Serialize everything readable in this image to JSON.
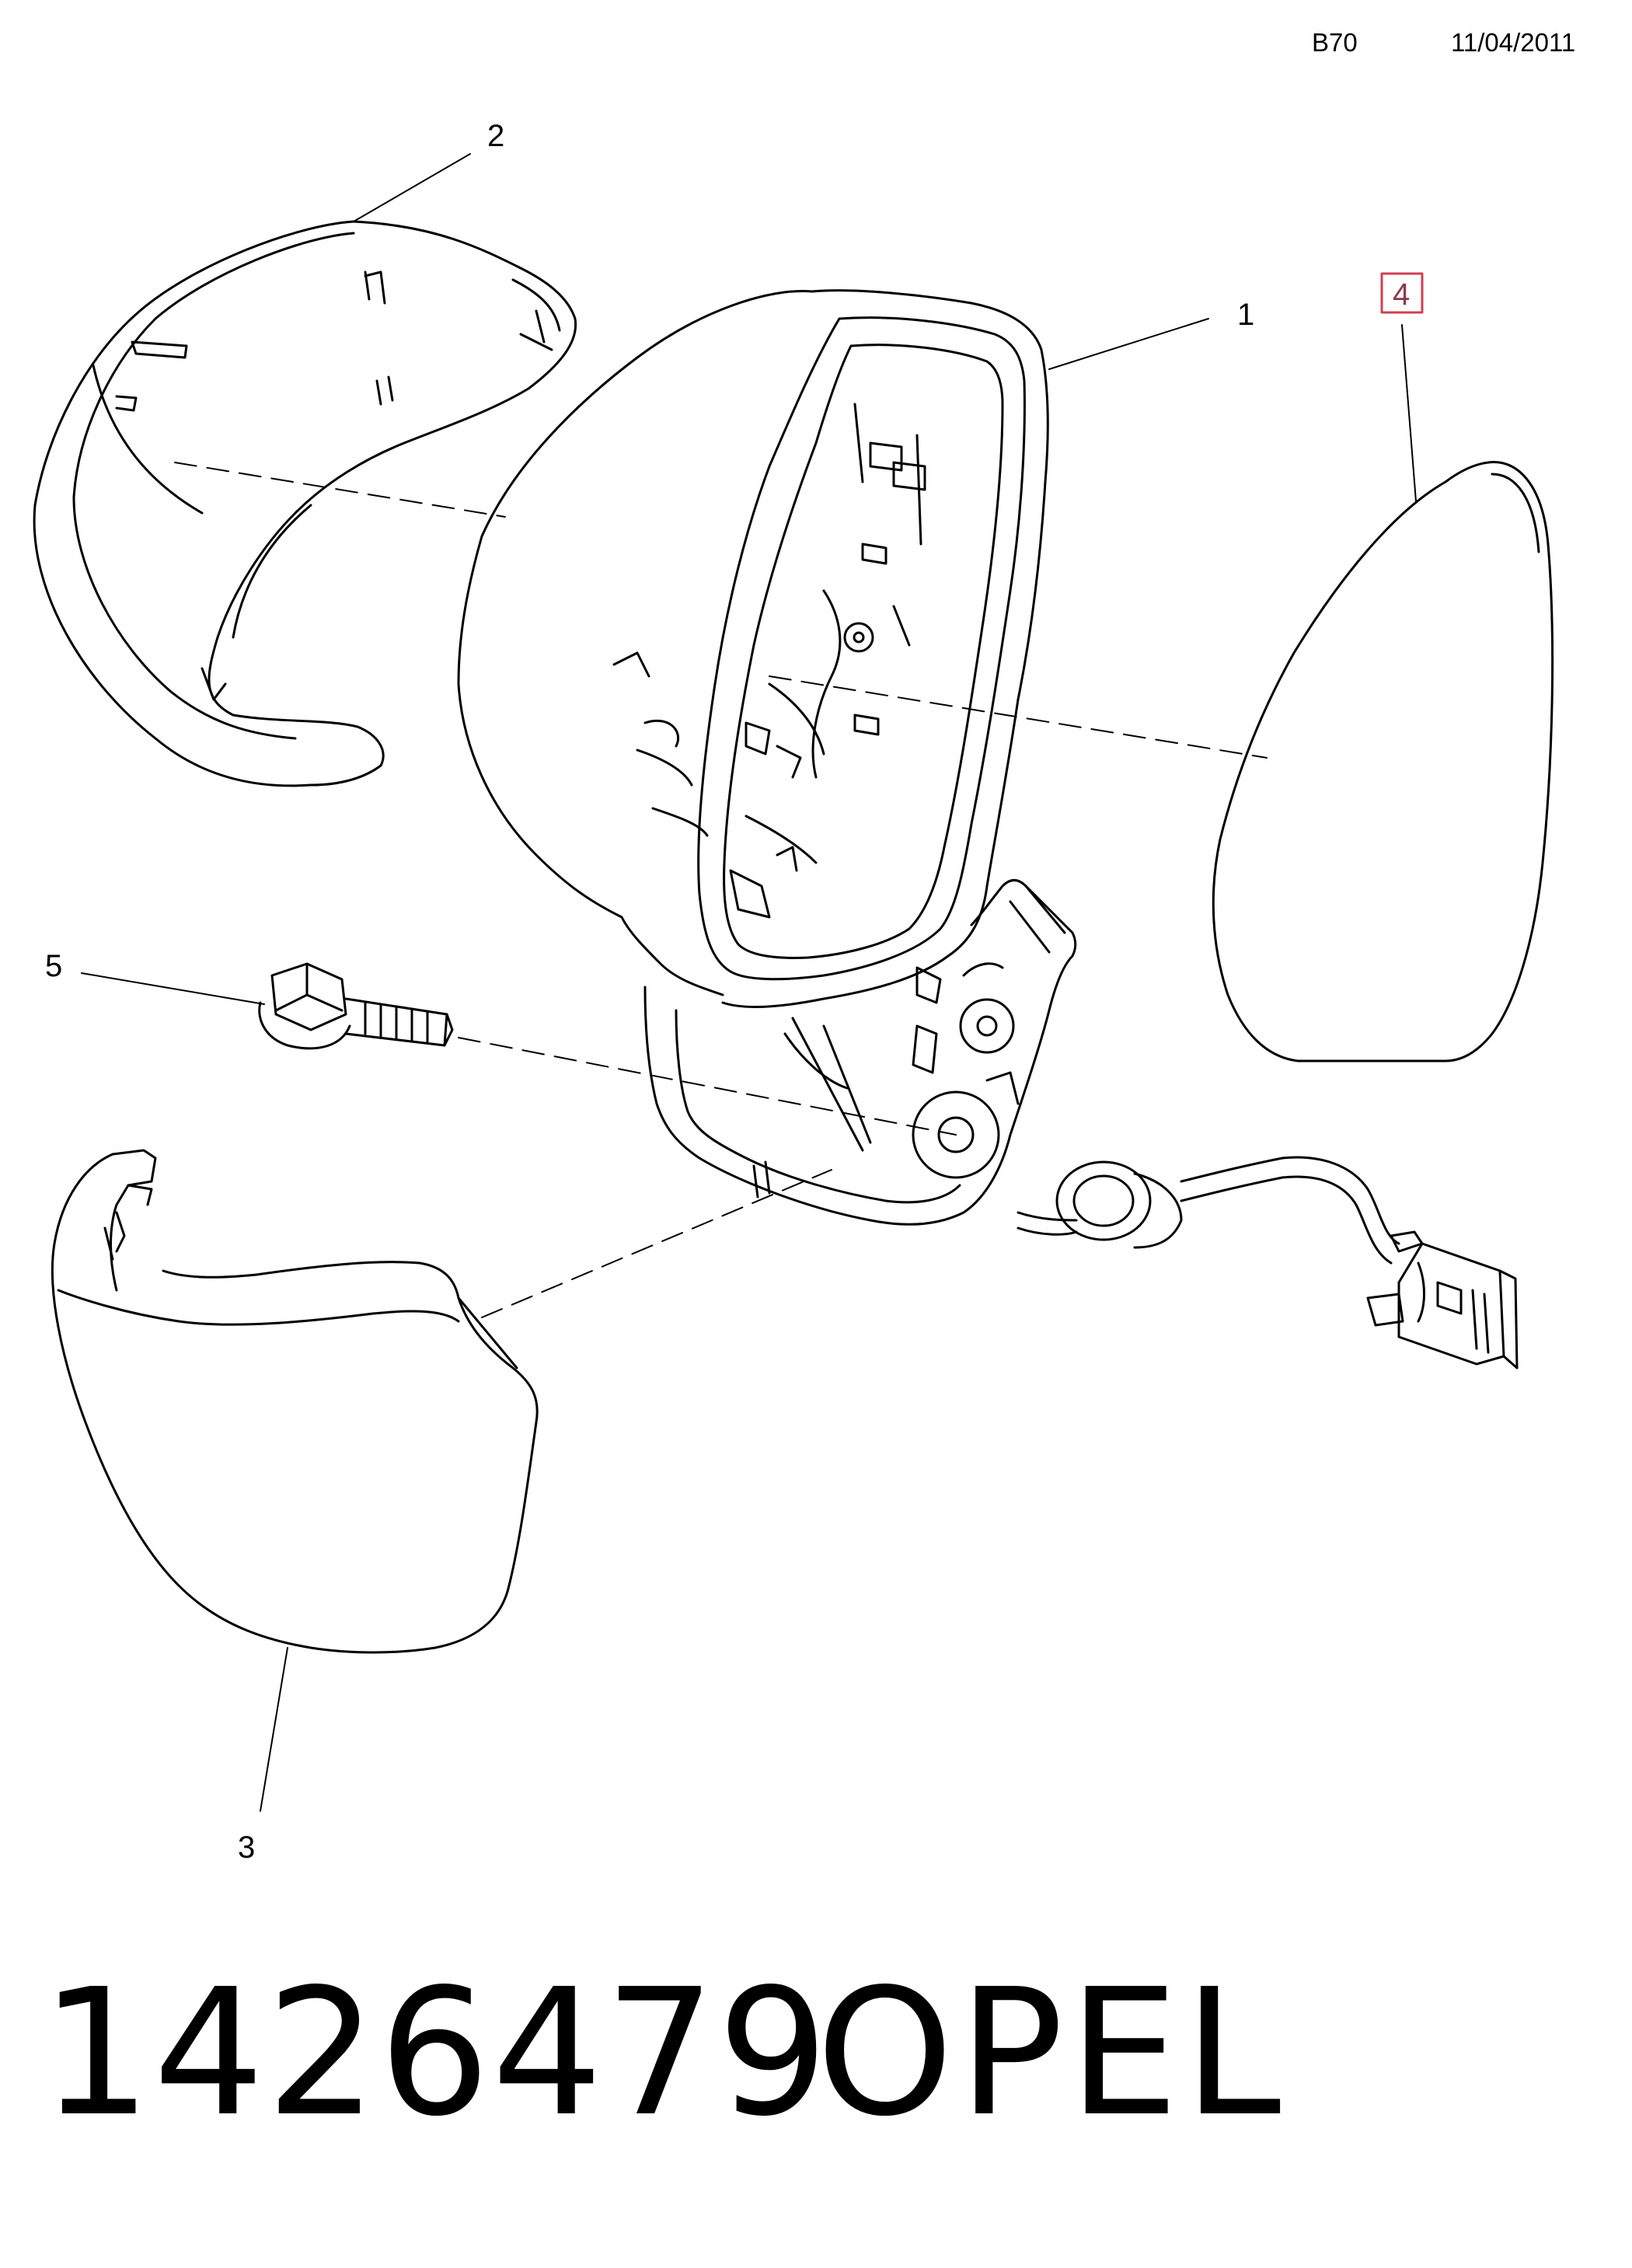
{
  "header": {
    "code": "B70",
    "date": "11/04/2011"
  },
  "callouts": {
    "part1": "1",
    "part2": "2",
    "part3": "3",
    "part4": "4",
    "part5": "5"
  },
  "footer": {
    "part_number": "1426479",
    "brand": "OPEL"
  },
  "colors": {
    "line": "#000000",
    "highlight_box": "#d04050",
    "highlight_text": "#8a3a4a",
    "background": "#ffffff"
  }
}
